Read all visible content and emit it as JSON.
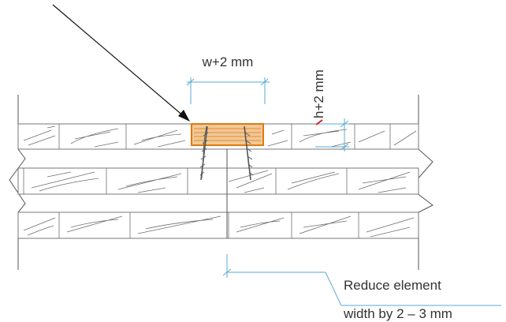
{
  "labels": {
    "width_dim": "w+2 mm",
    "height_dim": "h+2 mm",
    "note_line1": "Reduce element",
    "note_line2": "width by 2 – 3 mm"
  },
  "colors": {
    "insert_fill": "#f0c896",
    "insert_stroke": "#e07a10",
    "dimension_line": "#5aa9d6",
    "accent_mark": "#e0201c",
    "structure_line": "#555555",
    "arrow": "#111111"
  }
}
